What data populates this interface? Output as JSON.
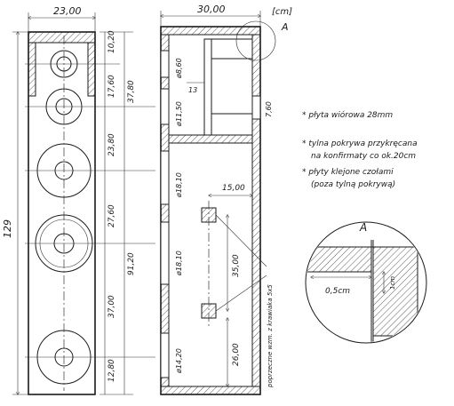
{
  "front_view": {
    "dim_width": "23,00",
    "dim_height_total": "129",
    "dim_seg_1": "10,20",
    "dim_seg_2": "17,60",
    "dim_seg_3": "37,80",
    "dim_seg_4": "23,80",
    "dim_seg_5": "27,60",
    "dim_seg_6": "91,20",
    "dim_seg_7": "37,00",
    "dim_seg_8": "12,80"
  },
  "side_view": {
    "dim_depth": "30,00",
    "unit_label": "[cm]",
    "detail_ref": "A",
    "hole_1": "ø8,60",
    "hole_2": "ø11,50",
    "hole_3": "ø18,10",
    "hole_4": "ø18,10",
    "hole_5": "ø14,20",
    "dim_13": "13",
    "dim_7_60": "7,60",
    "dim_15": "15,00",
    "dim_35": "35,00",
    "dim_26": "26,00",
    "brace_label": "poprzeczne wzm. z krawiaka 5x5"
  },
  "notes": [
    "* płyta wiórowa 28mm",
    "* tylna pokrywa przykręcana",
    "na konfirmaty co ok.20cm",
    "* płyty klejone czołami",
    "(poza tylną pokrywą)"
  ],
  "detail": {
    "title": "A",
    "dim_gap": "0,5cm",
    "dim_1cm": "1cm"
  }
}
